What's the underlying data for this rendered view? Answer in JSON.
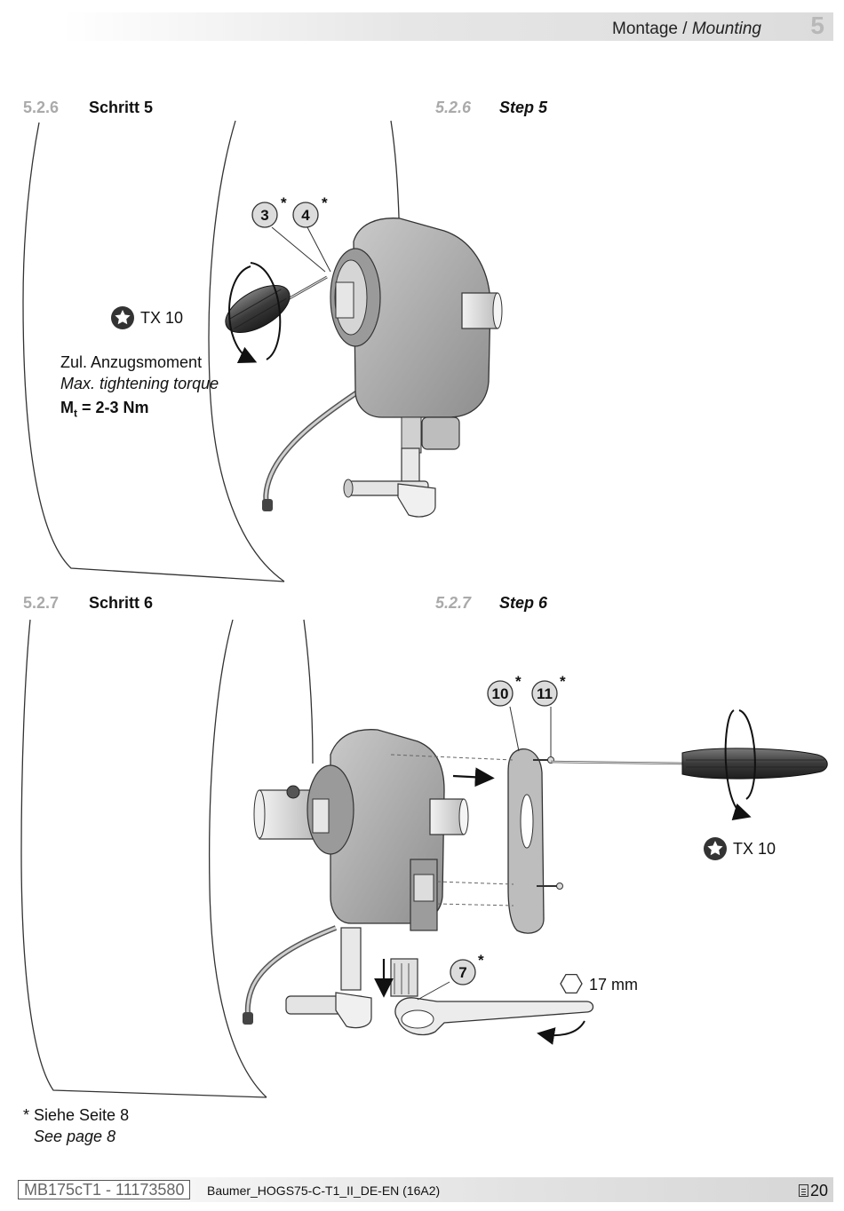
{
  "header": {
    "title_de": "Montage",
    "title_sep": " / ",
    "title_en": "Mounting",
    "chapter": "5"
  },
  "sections": [
    {
      "num_de": "5.2.6",
      "title_de": "Schritt 5",
      "num_en": "5.2.6",
      "title_en": "Step 5"
    },
    {
      "num_de": "5.2.7",
      "title_de": "Schritt 6",
      "num_en": "5.2.7",
      "title_en": "Step 6"
    }
  ],
  "step5": {
    "tool_label": "TX 10",
    "torque_de": "Zul. Anzugsmoment",
    "torque_en": "Max. tightening torque",
    "torque_symbol": "M",
    "torque_subscript": "t",
    "torque_value": " = 2-3 Nm",
    "callouts": [
      {
        "num": "3",
        "mark": "*"
      },
      {
        "num": "4",
        "mark": "*"
      }
    ]
  },
  "step6": {
    "tool_label": "TX 10",
    "wrench_label": "17 mm",
    "callouts": [
      {
        "num": "10",
        "mark": "*"
      },
      {
        "num": "11",
        "mark": "*"
      },
      {
        "num": "7",
        "mark": "*"
      }
    ]
  },
  "footnote": {
    "de": "* Siehe Seite 8",
    "en": "See page 8"
  },
  "footer": {
    "doc_id": "MB175cT1 - 11173580",
    "doc_name": "Baumer_HOGS75-C-T1_II_DE-EN (16A2)",
    "page": "20"
  }
}
